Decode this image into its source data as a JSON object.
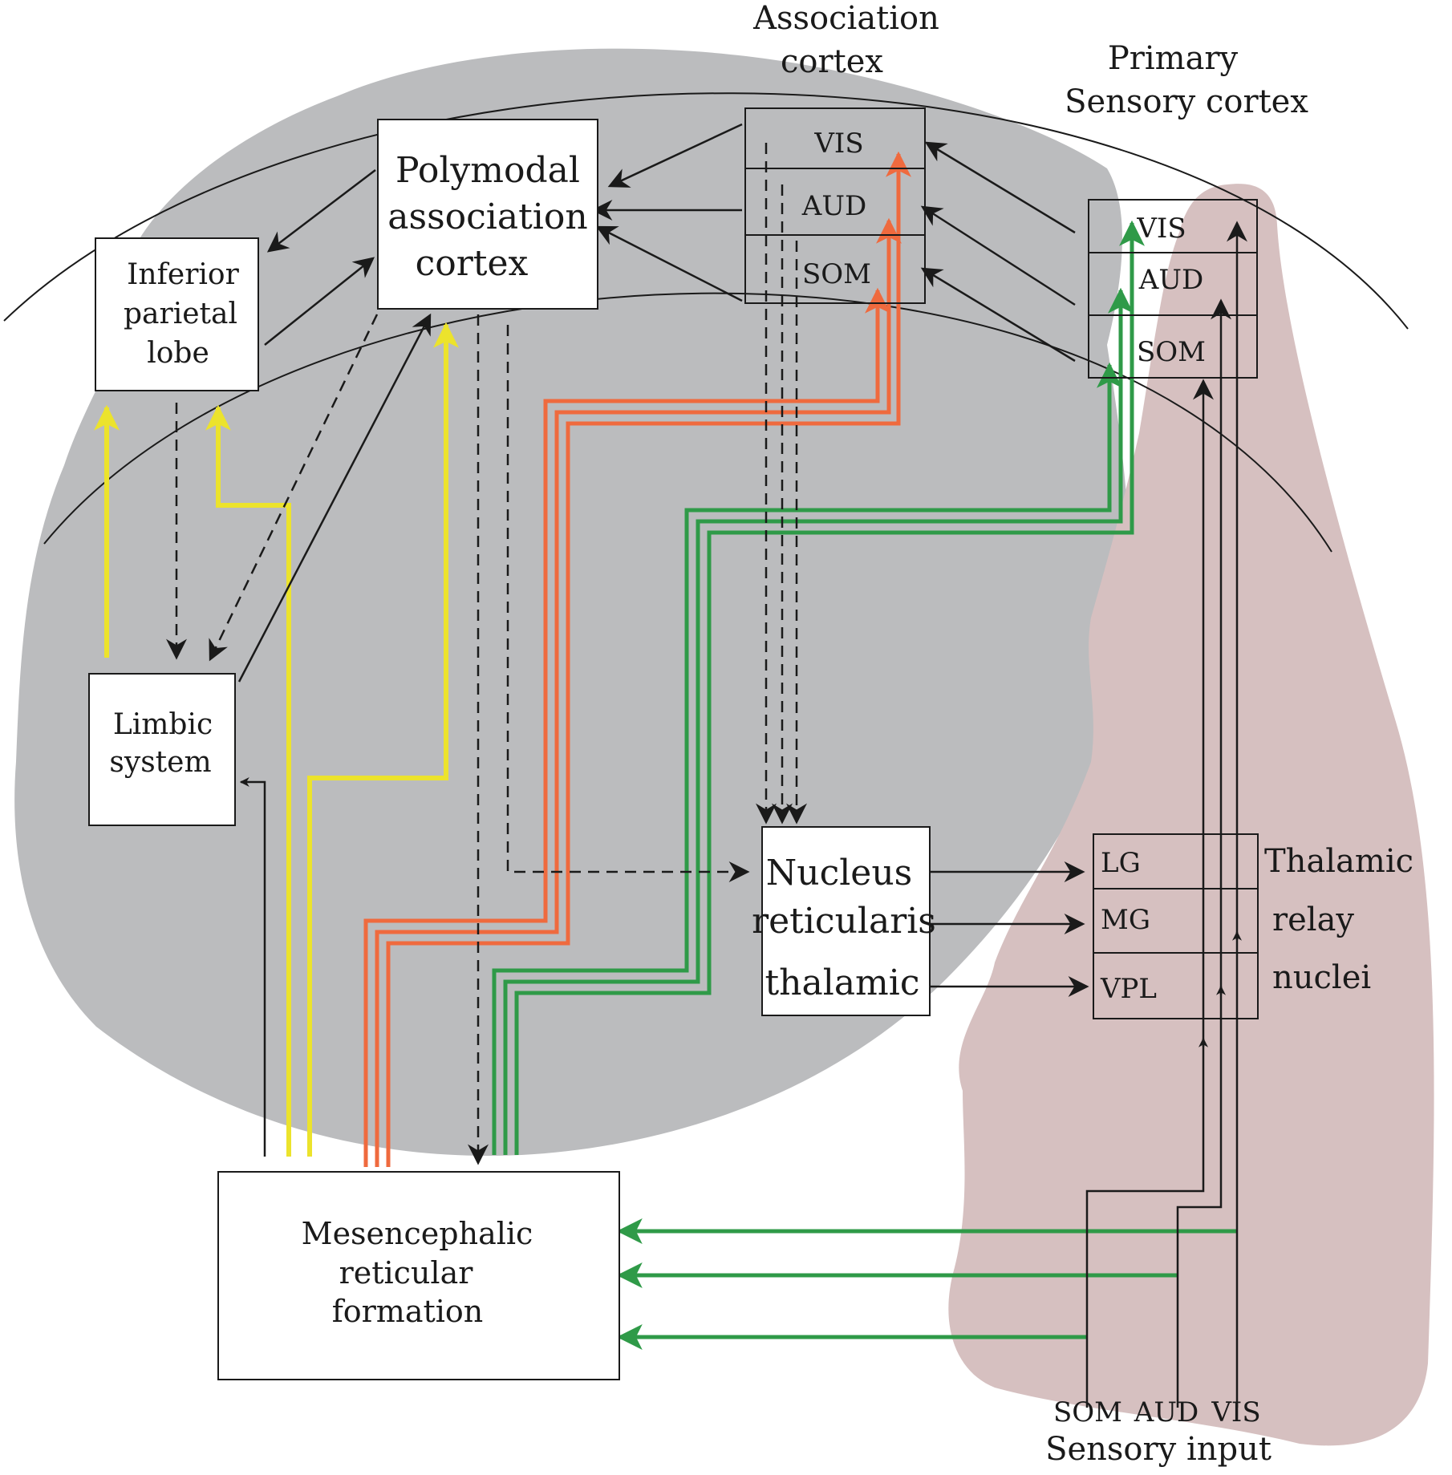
{
  "colors": {
    "background": "#ffffff",
    "brain_gray": "#bbbcbe",
    "thalamus_pink": "#d6c0c0",
    "orange": "#ef6a3e",
    "green": "#2f9a48",
    "yellow": "#ece32c",
    "ink": "#1a1a1a"
  },
  "headers": {
    "association_cortex": [
      "Association",
      "cortex"
    ],
    "primary_sensory_cortex": [
      "Primary",
      "Sensory cortex"
    ]
  },
  "boxes": {
    "polymodal": [
      "Polymodal",
      "association",
      "cortex"
    ],
    "inferior_parietal": [
      "Inferior",
      "parietal",
      "lobe"
    ],
    "limbic": [
      "Limbic",
      "system"
    ],
    "nucleus_reticularis": [
      "Nucleus",
      "reticularis",
      "thalamic"
    ],
    "mesencephalic": [
      "Mesencephalic",
      "reticular",
      "formation"
    ]
  },
  "association_cells": [
    "VIS",
    "AUD",
    "SOM"
  ],
  "primary_cells": [
    "VIS",
    "AUD",
    "SOM"
  ],
  "relay_cells": [
    "LG",
    "MG",
    "VPL"
  ],
  "relay_label": [
    "Thalamic",
    "relay",
    "nuclei"
  ],
  "input_labels": [
    "SOM",
    "AUD",
    "VIS"
  ],
  "input_caption": "Sensory input"
}
